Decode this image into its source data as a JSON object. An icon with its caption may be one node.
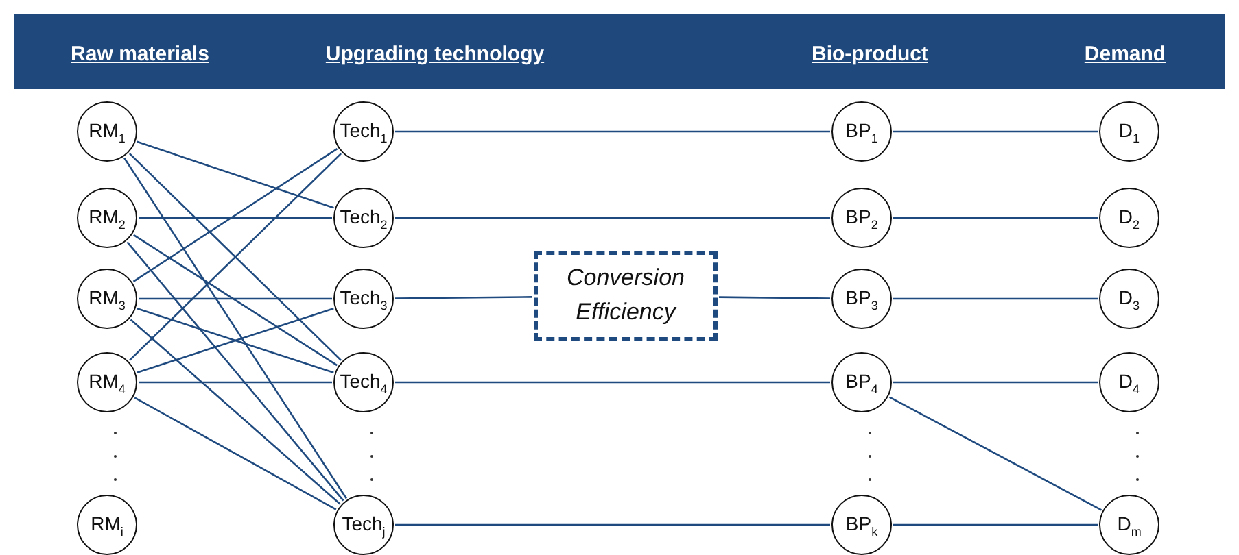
{
  "diagram": {
    "nodes": [
      {
        "text": [
          "RM$_{1}$"
        ]
      },
      {
        "text": [
          "RM$_{2}$"
        ]
      },
      {
        "text": [
          "RM$_{3}$"
        ]
      },
      {
        "text": [
          "RM$_{4}$"
        ]
      },
      {
        "text": [
          "RM$_{i}$"
        ]
      },
      {
        "text": [
          "Tech$_{1}$"
        ]
      },
      {
        "text": [
          "Tech$_{2}$"
        ]
      },
      {
        "text": [
          "Tech$_{3}$"
        ]
      },
      {
        "text": [
          "Tech$_{4}$"
        ]
      },
      {
        "text": [
          "Tech$_{j}$"
        ]
      },
      {
        "text": [
          "Conversion Efficiency"
        ]
      },
      {
        "text": [
          "BP$_{1}$"
        ]
      },
      {
        "text": [
          "BP$_{2}$"
        ]
      },
      {
        "text": [
          "BP$_{3}$"
        ]
      },
      {
        "text": [
          "BP$_{4}$"
        ]
      },
      {
        "text": [
          "BP$_{k}$"
        ]
      },
      {
        "text": [
          "D$_{1}$"
        ]
      },
      {
        "text": [
          "D$_{2}$"
        ]
      },
      {
        "text": [
          "D$_{3}$"
        ]
      },
      {
        "text": [
          "D$_{4}$"
        ]
      },
      {
        "text": [
          "D$_{m}$"
        ]
      }
    ],
    "edges": [
      {
        "from": 0,
        "to": 6,
        "arrow": "none"
      },
      {
        "from": 0,
        "to": 8,
        "arrow": "none"
      },
      {
        "from": 0,
        "to": 9,
        "arrow": "none"
      },
      {
        "from": 1,
        "to": 6,
        "arrow": "none"
      },
      {
        "from": 1,
        "to": 8,
        "arrow": "none"
      },
      {
        "from": 1,
        "to": 9,
        "arrow": "none"
      },
      {
        "from": 2,
        "to": 5,
        "arrow": "none"
      },
      {
        "from": 2,
        "to": 7,
        "arrow": "none"
      },
      {
        "from": 2,
        "to": 8,
        "arrow": "none"
      },
      {
        "from": 2,
        "to": 9,
        "arrow": "none"
      },
      {
        "from": 3,
        "to": 5,
        "arrow": "none"
      },
      {
        "from": 3,
        "to": 7,
        "arrow": "none"
      },
      {
        "from": 3,
        "to": 8,
        "arrow": "none"
      },
      {
        "from": 3,
        "to": 9,
        "arrow": "none"
      },
      {
        "from": 5,
        "to": 11,
        "arrow": "none"
      },
      {
        "from": 6,
        "to": 12,
        "arrow": "none"
      },
      {
        "from": 7,
        "to": 10,
        "arrow": "none"
      },
      {
        "from": 10,
        "to": 13,
        "arrow": "none"
      },
      {
        "from": 8,
        "to": 14,
        "arrow": "none"
      },
      {
        "from": 9,
        "to": 15,
        "arrow": "none"
      },
      {
        "from": 11,
        "to": 16,
        "arrow": "none"
      },
      {
        "from": 12,
        "to": 17,
        "arrow": "none"
      },
      {
        "from": 13,
        "to": 18,
        "arrow": "none"
      },
      {
        "from": 14,
        "to": 19,
        "arrow": "none"
      },
      {
        "from": 14,
        "to": 20,
        "arrow": "none"
      },
      {
        "from": 15,
        "to": 20,
        "arrow": "none"
      }
    ],
    "labels": [
      "Raw materials",
      "Upgrading technology",
      "Bio-product",
      "Demand"
    ]
  }
}
